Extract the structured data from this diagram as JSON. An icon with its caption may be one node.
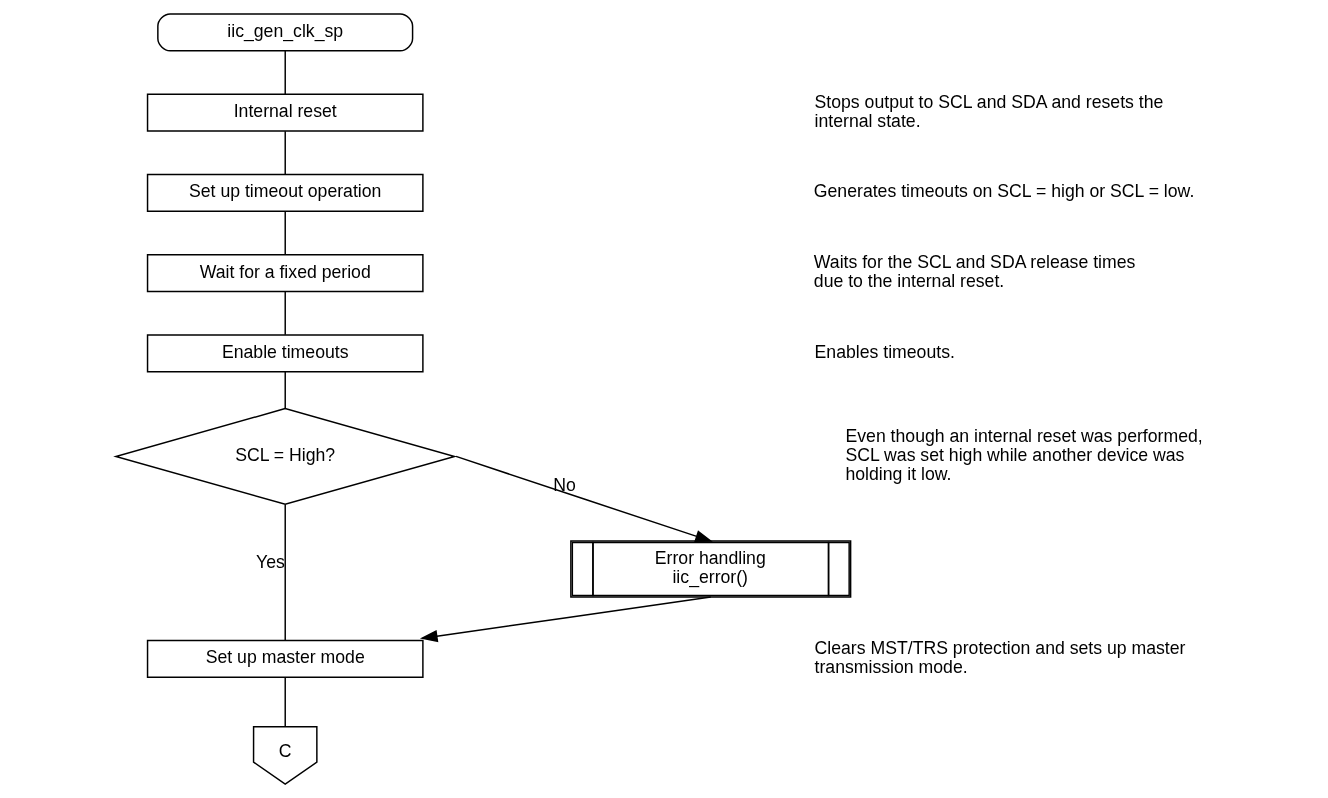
{
  "diagram": {
    "nodes": [
      {
        "text": [
          "iic_gen_clk_sp"
        ]
      },
      {
        "text": [
          "Internal reset"
        ]
      },
      {
        "text": [
          "Set up timeout operation"
        ]
      },
      {
        "text": [
          "Wait for a fixed period"
        ]
      },
      {
        "text": [
          "Enable timeouts"
        ]
      },
      {
        "text": [
          "SCL = High?"
        ]
      },
      {
        "text": [
          "Error handling",
          "iic_error()"
        ]
      },
      {
        "text": [
          "Set up master mode"
        ]
      },
      {
        "text": [
          "C"
        ]
      }
    ],
    "edges": [
      {
        "from": 0,
        "to": 1,
        "arrow": "none"
      },
      {
        "from": 1,
        "to": 2,
        "arrow": "none"
      },
      {
        "from": 2,
        "to": 3,
        "arrow": "none"
      },
      {
        "from": 3,
        "to": 4,
        "arrow": "none"
      },
      {
        "from": 4,
        "to": 5,
        "arrow": "none"
      },
      {
        "from": 5,
        "to": 6,
        "arrow": "to",
        "label": "No"
      },
      {
        "from": 5,
        "to": 7,
        "arrow": "none",
        "label": "Yes"
      },
      {
        "from": 6,
        "to": 7,
        "arrow": "to"
      },
      {
        "from": 7,
        "to": 8,
        "arrow": "none"
      }
    ],
    "labels": [
      "Stops output to SCL and SDA and resets the internal state.",
      "Generates timeouts on SCL = high or SCL = low.",
      "Waits for the SCL and SDA release times due to the internal reset.",
      "Enables timeouts.",
      "Even though an internal reset was performed, SCL was set high while another device was holding it low.",
      "Clears MST/TRS protection and sets up master transmission mode."
    ]
  }
}
